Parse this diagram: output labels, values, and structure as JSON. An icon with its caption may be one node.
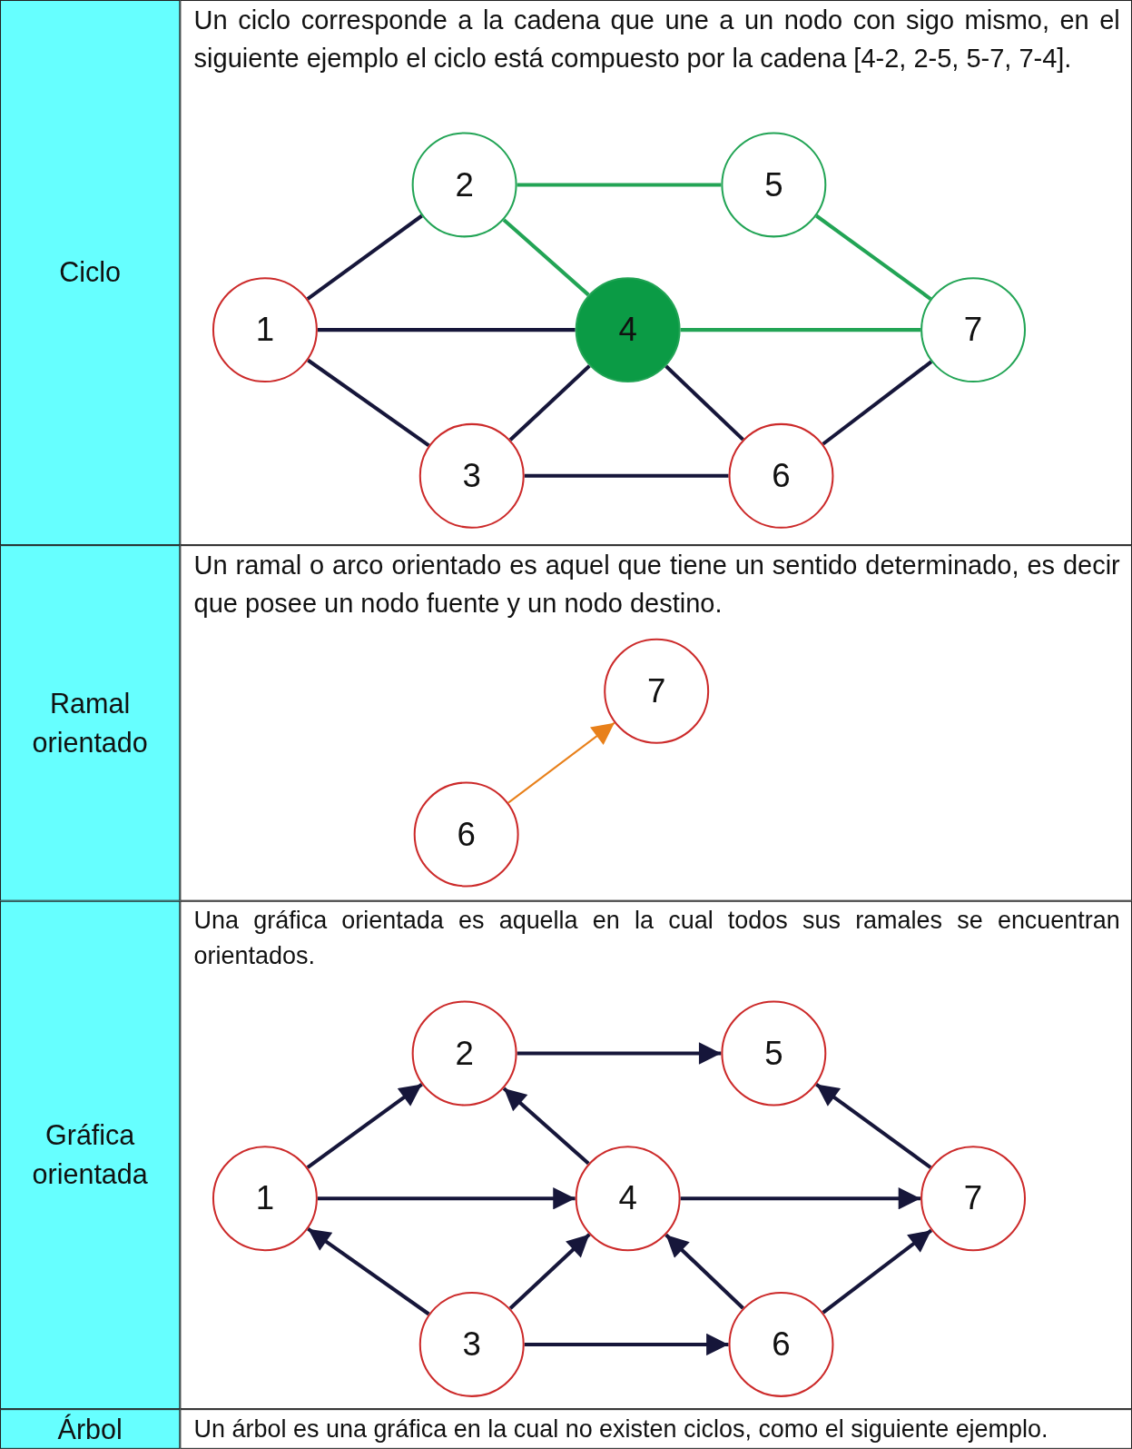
{
  "diagram": {
    "nodes": [
      {
        "text": [
          "2"
        ]
      },
      {
        "text": [
          "5"
        ]
      },
      {
        "text": [
          "1"
        ]
      },
      {
        "text": [
          "4"
        ]
      },
      {
        "text": [
          "7"
        ]
      },
      {
        "text": [
          "3"
        ]
      },
      {
        "text": [
          "6"
        ]
      },
      {
        "text": [
          "7"
        ]
      },
      {
        "text": [
          "6"
        ]
      },
      {
        "text": [
          "2"
        ]
      },
      {
        "text": [
          "5"
        ]
      },
      {
        "text": [
          "1"
        ]
      },
      {
        "text": [
          "4"
        ]
      },
      {
        "text": [
          "7"
        ]
      },
      {
        "text": [
          "3"
        ]
      },
      {
        "text": [
          "6"
        ]
      }
    ],
    "edges": [
      {
        "from": 2,
        "to": 0,
        "arrow": "none"
      },
      {
        "from": 0,
        "to": 1,
        "arrow": "none",
        "color": "#22a455"
      },
      {
        "from": 0,
        "to": 3,
        "arrow": "none",
        "color": "#22a455"
      },
      {
        "from": 1,
        "to": 4,
        "arrow": "none",
        "color": "#22a455"
      },
      {
        "from": 2,
        "to": 3,
        "arrow": "none"
      },
      {
        "from": 3,
        "to": 4,
        "arrow": "none",
        "color": "#22a455"
      },
      {
        "from": 2,
        "to": 5,
        "arrow": "none"
      },
      {
        "from": 5,
        "to": 3,
        "arrow": "none"
      },
      {
        "from": 3,
        "to": 6,
        "arrow": "none"
      },
      {
        "from": 5,
        "to": 6,
        "arrow": "none"
      },
      {
        "from": 6,
        "to": 4,
        "arrow": "none"
      },
      {
        "from": 8,
        "to": 7,
        "arrow": "to",
        "color": "#e8801a"
      },
      {
        "from": 11,
        "to": 9,
        "arrow": "to"
      },
      {
        "from": 9,
        "to": 10,
        "arrow": "to"
      },
      {
        "from": 12,
        "to": 9,
        "arrow": "to"
      },
      {
        "from": 13,
        "to": 10,
        "arrow": "to"
      },
      {
        "from": 11,
        "to": 12,
        "arrow": "to"
      },
      {
        "from": 12,
        "to": 13,
        "arrow": "to"
      },
      {
        "from": 14,
        "to": 11,
        "arrow": "to"
      },
      {
        "from": 14,
        "to": 12,
        "arrow": "to"
      },
      {
        "from": 15,
        "to": 12,
        "arrow": "to"
      },
      {
        "from": 14,
        "to": 15,
        "arrow": "to"
      },
      {
        "from": 15,
        "to": 13,
        "arrow": "to"
      }
    ],
    "labels": [
      "Ciclo",
      "Un ciclo corresponde a la cadena que une a un nodo con sigo mismo, en el siguiente ejemplo el ciclo está compuesto por la cadena [4-2, 2-5, 5-7, 7-4].",
      "Ramal orientado",
      "Un ramal o arco orientado es aquel que tiene un sentido determinado, es decir que posee un nodo fuente y un nodo destino.",
      "Gráfica orientada",
      "Una gráfica orientada es aquella en la cual todos sus ramales se encuentran orientados.",
      "Árbol",
      "Un árbol es una gráfica en la cual no existen ciclos, como el siguiente ejemplo."
    ]
  }
}
